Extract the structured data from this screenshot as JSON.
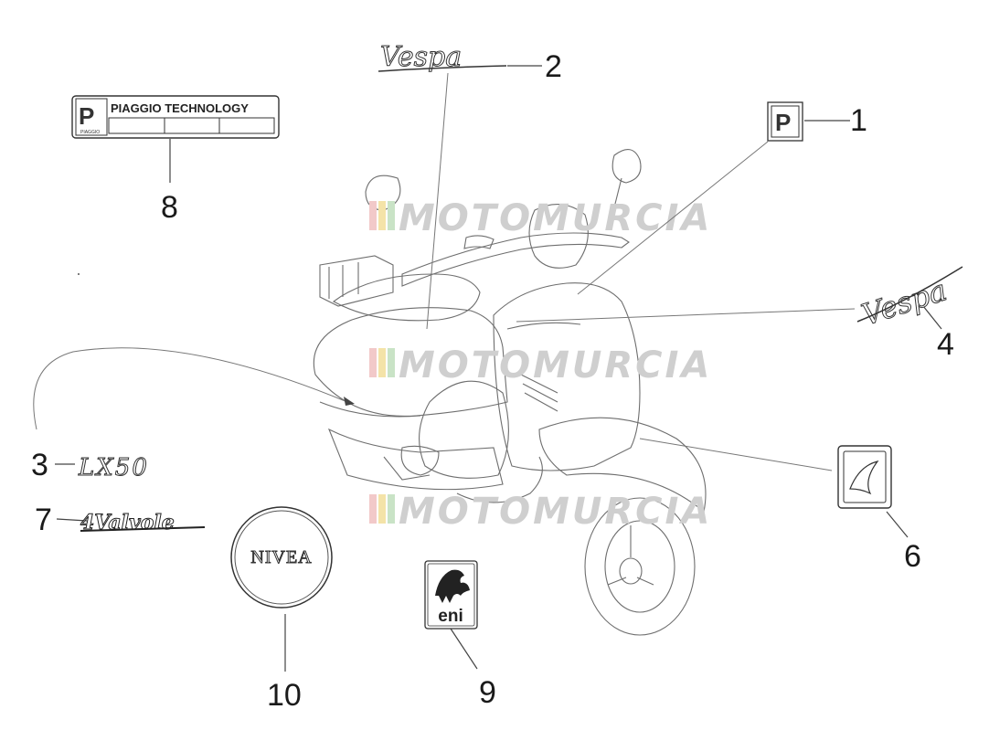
{
  "callouts": [
    "1",
    "2",
    "3",
    "4",
    "6",
    "7",
    "8",
    "9",
    "10"
  ],
  "decals": {
    "piaggio_technology": "PIAGGIO TECHNOLOGY",
    "piaggio_small": "PIAGGIO",
    "vespa": "Vespa",
    "lx50": "LX50",
    "four_valves": "4Valvole",
    "nivea": "NIVEA",
    "eni": "eni"
  },
  "watermark": "MOTOMURCIA",
  "colors": {
    "line": "#444444",
    "scooter": "#6e6e6e",
    "watermark": "#cfcfcf",
    "watermark_stripe_1": "#f2c9c9",
    "watermark_stripe_2": "#f4e3a8",
    "watermark_stripe_3": "#c9e3c6"
  }
}
